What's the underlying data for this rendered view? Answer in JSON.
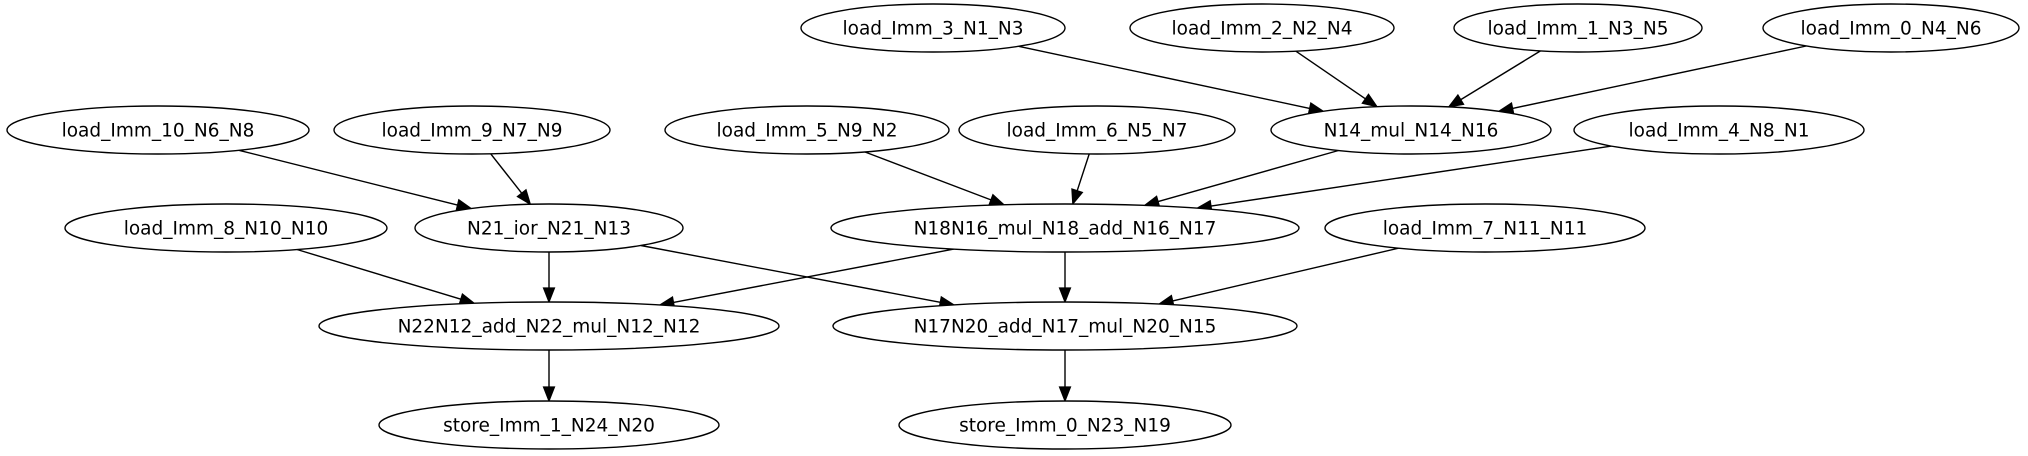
{
  "graph": {
    "nodes": [
      {
        "id": "n0",
        "label": "load_Imm_3_N1_N3"
      },
      {
        "id": "n1",
        "label": "load_Imm_2_N2_N4"
      },
      {
        "id": "n2",
        "label": "load_Imm_1_N3_N5"
      },
      {
        "id": "n3",
        "label": "load_Imm_0_N4_N6"
      },
      {
        "id": "n4",
        "label": "load_Imm_10_N6_N8"
      },
      {
        "id": "n5",
        "label": "load_Imm_9_N7_N9"
      },
      {
        "id": "n6",
        "label": "load_Imm_5_N9_N2"
      },
      {
        "id": "n7",
        "label": "load_Imm_6_N5_N7"
      },
      {
        "id": "n8",
        "label": "N14_mul_N14_N16"
      },
      {
        "id": "n9",
        "label": "load_Imm_4_N8_N1"
      },
      {
        "id": "n10",
        "label": "load_Imm_8_N10_N10"
      },
      {
        "id": "n11",
        "label": "N21_ior_N21_N13"
      },
      {
        "id": "n12",
        "label": "N18N16_mul_N18_add_N16_N17"
      },
      {
        "id": "n13",
        "label": "load_Imm_7_N11_N11"
      },
      {
        "id": "n14",
        "label": "N22N12_add_N22_mul_N12_N12"
      },
      {
        "id": "n15",
        "label": "N17N20_add_N17_mul_N20_N15"
      },
      {
        "id": "n16",
        "label": "store_Imm_1_N24_N20"
      },
      {
        "id": "n17",
        "label": "store_Imm_0_N23_N19"
      }
    ],
    "edges": [
      {
        "from": "n0",
        "to": "n8"
      },
      {
        "from": "n1",
        "to": "n8"
      },
      {
        "from": "n2",
        "to": "n8"
      },
      {
        "from": "n3",
        "to": "n8"
      },
      {
        "from": "n4",
        "to": "n11"
      },
      {
        "from": "n5",
        "to": "n11"
      },
      {
        "from": "n6",
        "to": "n12"
      },
      {
        "from": "n7",
        "to": "n12"
      },
      {
        "from": "n8",
        "to": "n12"
      },
      {
        "from": "n9",
        "to": "n12"
      },
      {
        "from": "n10",
        "to": "n14"
      },
      {
        "from": "n11",
        "to": "n14"
      },
      {
        "from": "n11",
        "to": "n15"
      },
      {
        "from": "n12",
        "to": "n14"
      },
      {
        "from": "n12",
        "to": "n15"
      },
      {
        "from": "n13",
        "to": "n15"
      },
      {
        "from": "n14",
        "to": "n16"
      },
      {
        "from": "n15",
        "to": "n17"
      }
    ]
  }
}
